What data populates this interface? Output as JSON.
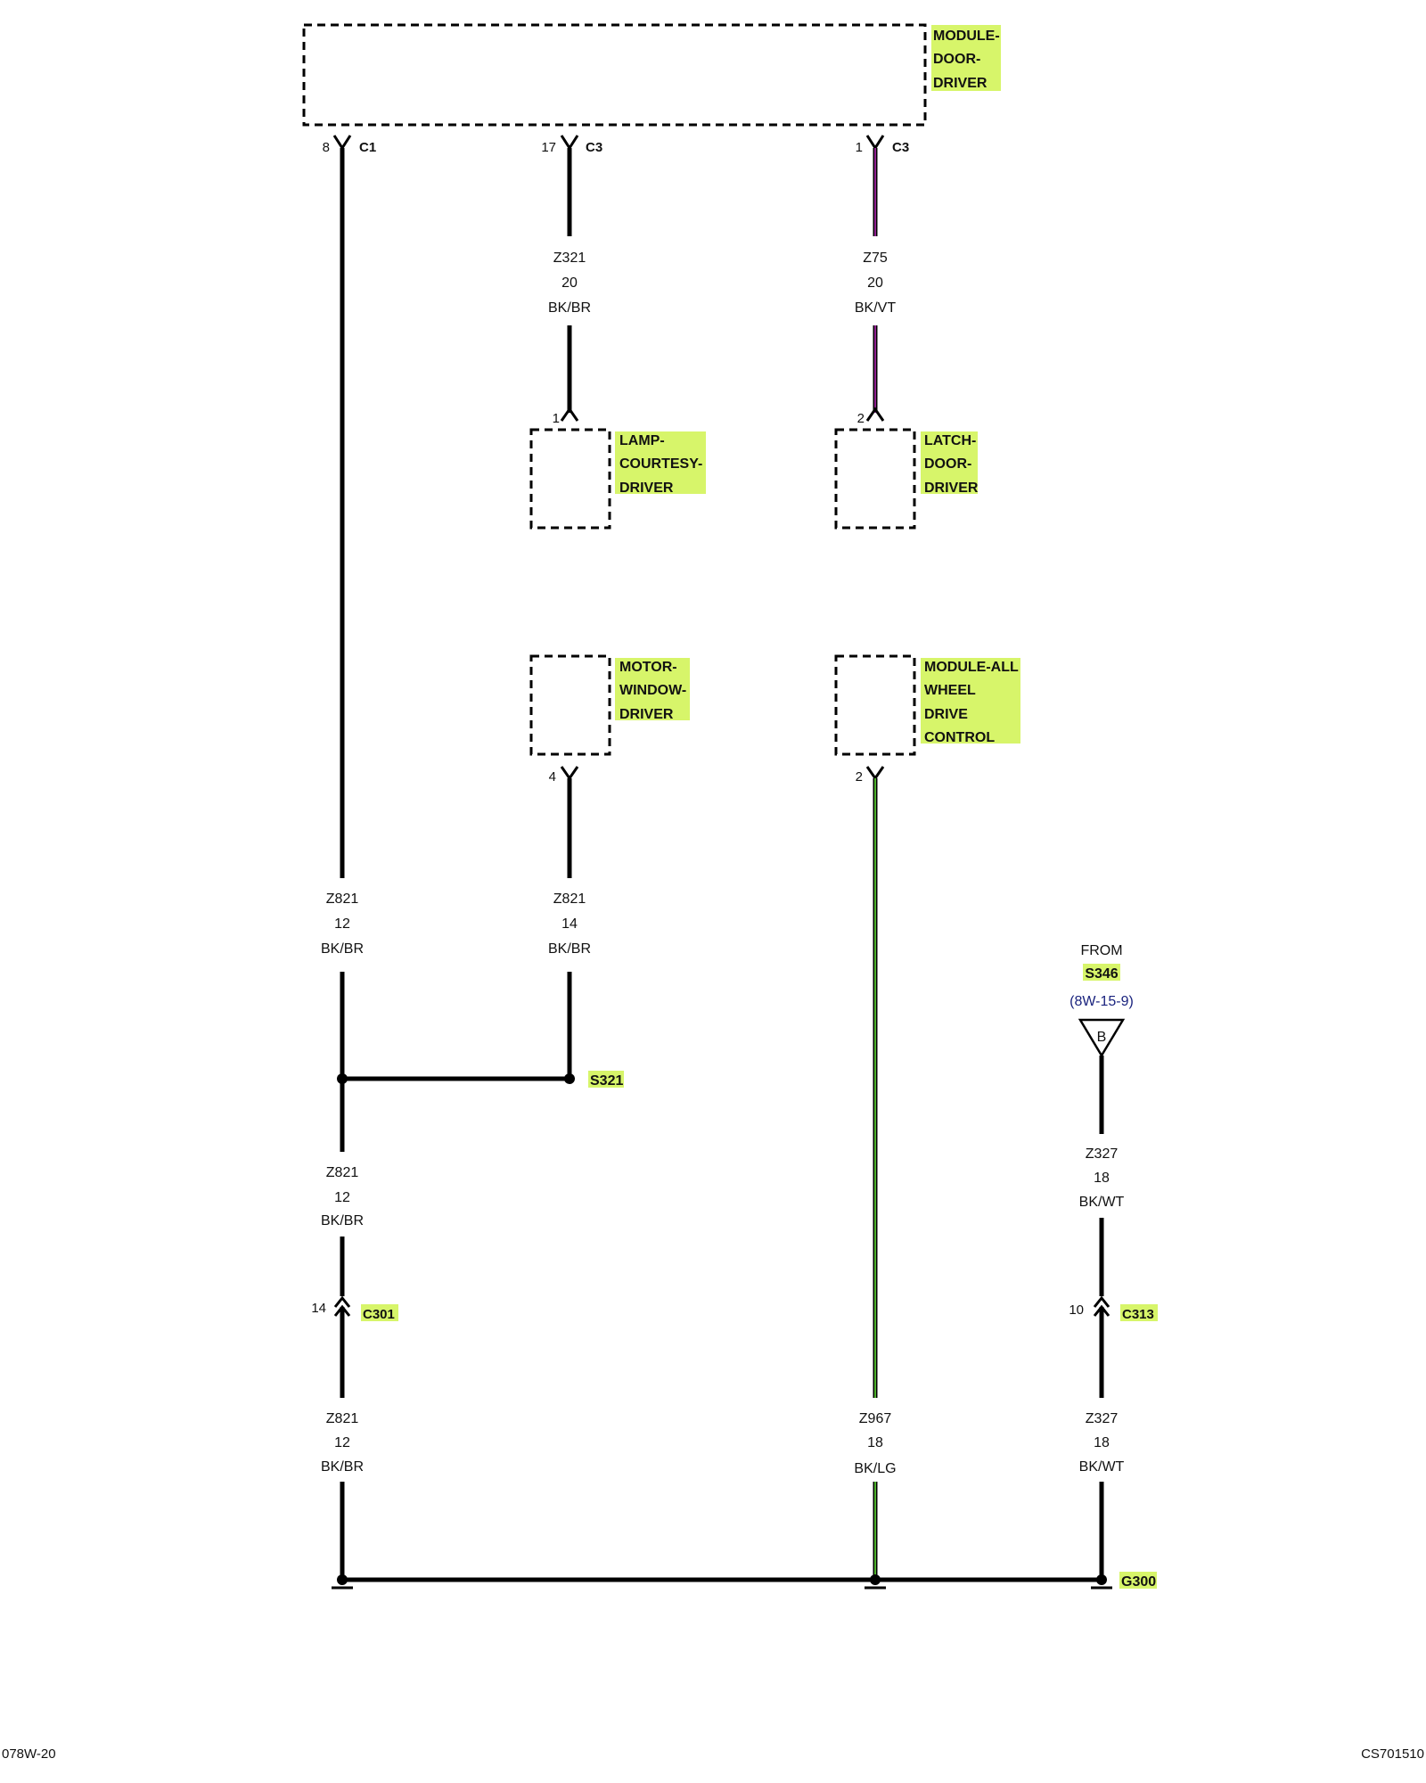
{
  "components": {
    "module_door_driver": {
      "label": [
        "MODULE-",
        "DOOR-",
        "DRIVER"
      ]
    },
    "lamp_courtesy_driver": {
      "label": [
        "LAMP-",
        "COURTESY-",
        "DRIVER"
      ]
    },
    "latch_door_driver": {
      "label": [
        "LATCH-",
        "DOOR-",
        "DRIVER"
      ]
    },
    "motor_window_driver": {
      "label": [
        "MOTOR-",
        "WINDOW-",
        "DRIVER"
      ]
    },
    "module_awd_control": {
      "label": [
        "MODULE-ALL",
        "WHEEL",
        "DRIVE",
        "CONTROL"
      ]
    }
  },
  "pins": {
    "c1_pin": {
      "pin": "8",
      "connector": "C1"
    },
    "c3_pin17": {
      "pin": "17",
      "connector": "C3"
    },
    "c3_pin1": {
      "pin": "1",
      "connector": "C3"
    },
    "lamp_pin": {
      "pin": "1"
    },
    "latch_pin": {
      "pin": "2"
    },
    "motor_pin": {
      "pin": "4"
    },
    "awd_pin": {
      "pin": "2"
    },
    "c301": {
      "pin": "14",
      "connector": "C301"
    },
    "c313": {
      "pin": "10",
      "connector": "C313"
    }
  },
  "wires": {
    "z321": {
      "circuit": "Z321",
      "gauge": "20",
      "color": "BK/BR"
    },
    "z75": {
      "circuit": "Z75",
      "gauge": "20",
      "color": "BK/VT"
    },
    "z821_a": {
      "circuit": "Z821",
      "gauge": "12",
      "color": "BK/BR"
    },
    "z821_b": {
      "circuit": "Z821",
      "gauge": "14",
      "color": "BK/BR"
    },
    "z821_c": {
      "circuit": "Z821",
      "gauge": "12",
      "color": "BK/BR"
    },
    "z821_d": {
      "circuit": "Z821",
      "gauge": "12",
      "color": "BK/BR"
    },
    "z327_a": {
      "circuit": "Z327",
      "gauge": "18",
      "color": "BK/WT"
    },
    "z327_b": {
      "circuit": "Z327",
      "gauge": "18",
      "color": "BK/WT"
    },
    "z967": {
      "circuit": "Z967",
      "gauge": "18",
      "color": "BK/LG"
    }
  },
  "wire_colors": {
    "black": "#000000",
    "violet": "#8e1f8e",
    "light_green": "#4caf2a"
  },
  "splice": {
    "label": "S321"
  },
  "ground": {
    "label": "G300"
  },
  "from_ref": {
    "from": "FROM",
    "splice": "S346",
    "page": "(8W-15-9)",
    "letter": "B"
  },
  "highlight_color": "#d7f56a",
  "footer": {
    "left": "078W-20",
    "right": "CS701510"
  }
}
